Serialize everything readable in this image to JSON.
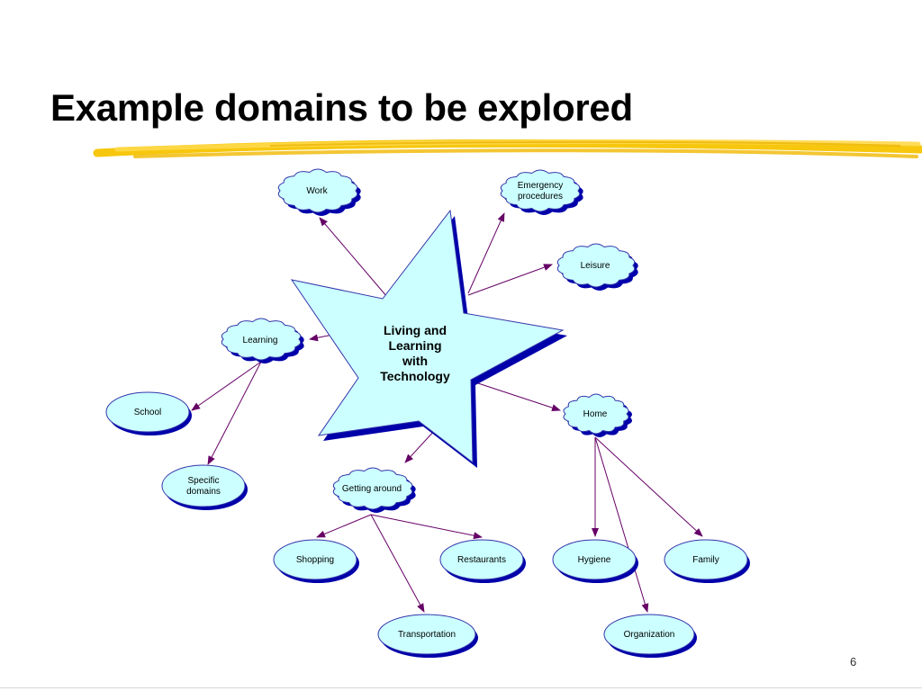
{
  "slide": {
    "title": "Example domains to be explored",
    "page_number": "6"
  },
  "colors": {
    "node_fill": "#ccffff",
    "node_stroke": "#3333aa",
    "node_shadow": "#0000aa",
    "arrow": "#660066",
    "highlight_stroke": "#f5c400"
  },
  "diagram": {
    "center": {
      "line1": "Living and",
      "line2": "Learning",
      "line3": "with",
      "line4": "Technology"
    },
    "nodes": {
      "work": "Work",
      "emergency_1": "Emergency",
      "emergency_2": "procedures",
      "leisure": "Leisure",
      "learning": "Learning",
      "school": "School",
      "specific_1": "Specific",
      "specific_2": "domains",
      "getting_around": "Getting around",
      "home": "Home",
      "shopping": "Shopping",
      "restaurants": "Restaurants",
      "transportation": "Transportation",
      "hygiene": "Hygiene",
      "family": "Family",
      "organization": "Organization"
    }
  }
}
